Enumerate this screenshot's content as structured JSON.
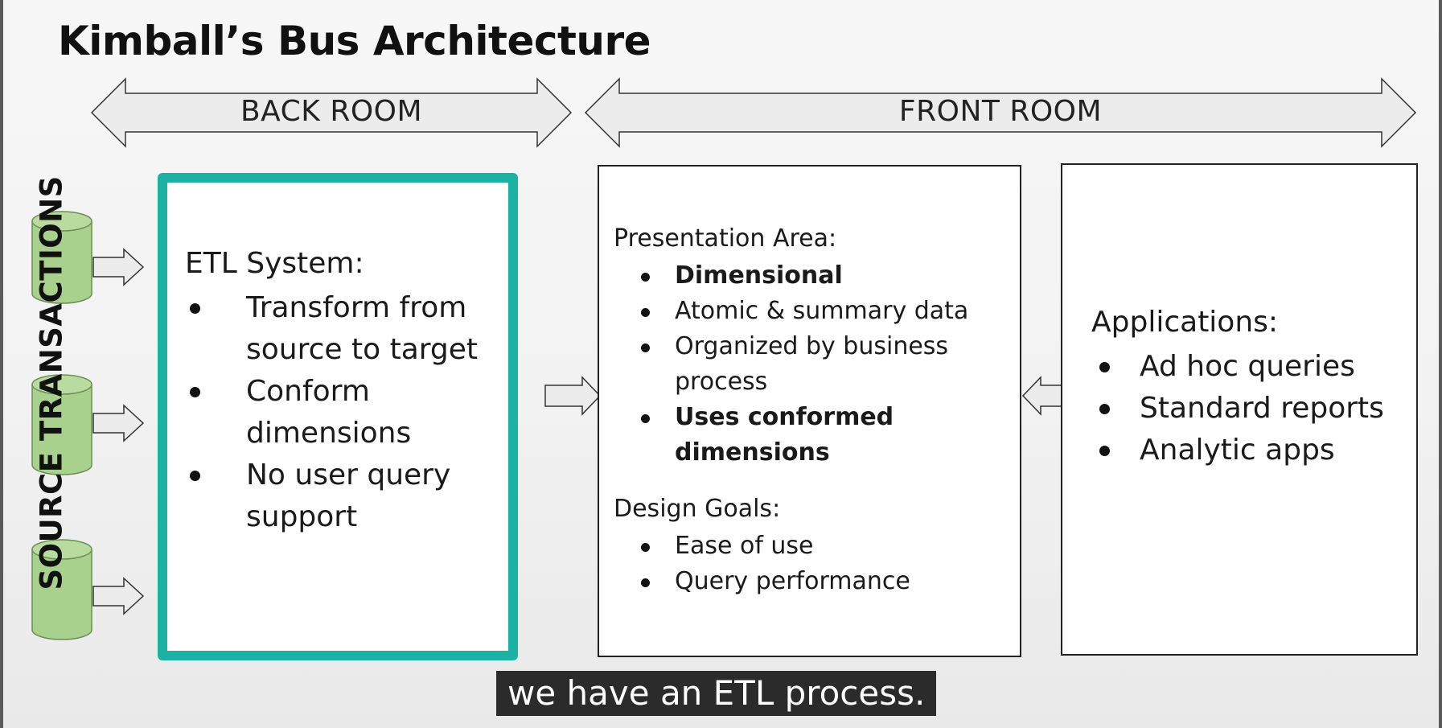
{
  "title": "Kimball’s Bus Architecture",
  "rooms": {
    "back": "BACK ROOM",
    "front": "FRONT ROOM"
  },
  "sources_label": "SOURCE TRANSACTIONS",
  "etl": {
    "heading": "ETL System:",
    "items": [
      "Transform from source to target",
      "Conform dimensions",
      "No user query support"
    ]
  },
  "presentation": {
    "heading": "Presentation Area:",
    "items": [
      {
        "text": "Dimensional",
        "bold": true
      },
      {
        "text": "Atomic & summary data",
        "bold": false
      },
      {
        "text": "Organized by business process",
        "bold": false
      },
      {
        "text": "Uses conformed dimensions",
        "bold": true
      }
    ],
    "goals_heading": "Design Goals:",
    "goals": [
      "Ease of use",
      "Query performance"
    ]
  },
  "applications": {
    "heading": "Applications:",
    "items": [
      "Ad hoc queries",
      "Standard reports",
      "Analytic apps"
    ]
  },
  "caption": "we have an ETL process.",
  "colors": {
    "etl_border": "#1bb2a3",
    "cylinder": "#a9d18e",
    "arrow_fill": "#ececec"
  }
}
